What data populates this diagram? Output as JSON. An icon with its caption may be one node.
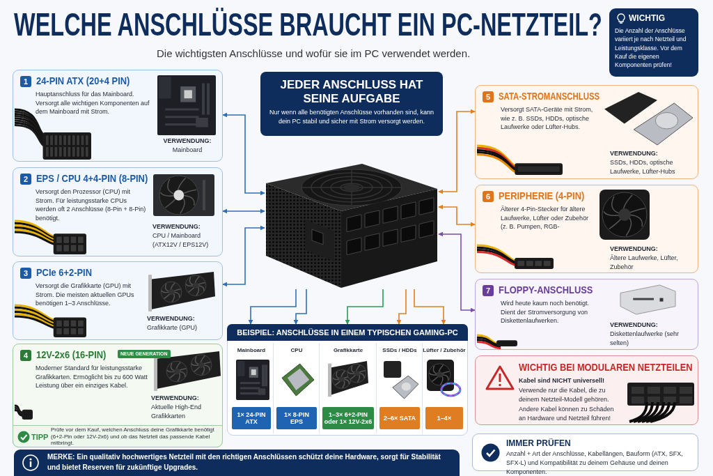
{
  "diagram": {
    "title": "WELCHE ANSCHLÜSSE BRAUCHT EIN PC-NETZTEIL?",
    "nodes": [
      {
        "text": [
          "1",
          "24-PIN ATX (20+4 PIN)",
          "Hauptanschluss für das Mainboard. Versorgt alle wichtigen Komponenten auf dem Mainboard mit Strom.",
          "VERWENDUNG:",
          "Mainboard"
        ]
      },
      {
        "text": [
          "2",
          "EPS / CPU 4+4-PIN (8-PIN)",
          "Versorgt den Prozessor (CPU) mit Strom. Für leistungsstarke CPUs werden oft 2 Anschlüsse (8-Pin + 8-Pin) benötigt.",
          "VERWENDUNG:",
          "CPU / Mainboard (ATX12V / EPS12V)"
        ]
      },
      {
        "text": [
          "3",
          "PCIe 6+2-PIN",
          "Versorgt die Grafikkarte (GPU) mit Strom. Die meisten aktuellen GPUs benötigen 1–3 Anschlüsse.",
          "VERWENDUNG:",
          "Grafikkarte (GPU)"
        ]
      },
      {
        "text": [
          "4",
          "12V-2x6 (16-PIN)",
          "NEUE GENERATION",
          "Moderner Standard für leistungsstarke Grafikkarten. Ermöglicht bis zu 600 Watt Leistung über ein einziges Kabel.",
          "VERWENDUNG:",
          "Aktuelle High-End Grafikkarten"
        ]
      },
      {
        "text": [
          "TIPP",
          "Prüfe vor dem Kauf, welchen Anschluss deine Grafikkarte benötigt (6+2-Pin oder 12V-2x6) und ob das Netzteil das passende Kabel mitbringt."
        ],
        "in": 3
      },
      {
        "text": [
          "JEDER ANSCHLUSS HAT SEINE AUFGABE",
          "Nur wenn alle benötigten Anschlüsse vorhanden sind, kann dein PC stabil und sicher mit Strom versorgt werden."
        ]
      },
      {
        "text": [],
        "shape": "picture"
      },
      {
        "text": [
          "WICHTIG",
          "Die Anzahl der Anschlüsse variiert je nach Netzteil und Leistungsklasse. Vor dem Kauf die eigenen Komponenten prüfen!"
        ]
      },
      {
        "text": [
          "5",
          "SATA-STROMANSCHLUSS",
          "Versorgt SATA-Geräte mit Strom, wie z. B. SSDs, HDDs, optische Laufwerke oder Lüfter-Hubs.",
          "VERWENDUNG:",
          "SSDs, HDDs, optische Laufwerke, Lüfter-Hubs"
        ]
      },
      {
        "text": [
          "6",
          "PERIPHERIE (4-PIN)",
          "Älterer 4-Pin-Stecker für ältere Laufwerke, Lüfter oder Zubehör (z. B. Pumpen, RGB-",
          "VERWENDUNG:",
          "Ältere Laufwerke, Lüfter, Zubehör"
        ]
      },
      {
        "text": [
          "7",
          "FLOPPY-ANSCHLUSS",
          "Wird heute kaum noch benötigt. Dient der Stromversorgung von Diskettenlaufwerken.",
          "VERWENDUNG:",
          "Diskettenlaufwerke (sehr selten)"
        ]
      },
      {
        "text": [
          "WICHTIG BEI MODULAREN NETZTEILEN",
          "Kabel sind NICHT universell!",
          "Verwende nur die Kabel, die zu deinem Netzteil-Modell gehören.",
          "Andere Kabel können zu Schäden an Hardware und Netzteil führen!"
        ]
      },
      {
        "text": [
          "BEISPIEL: ANSCHLÜSSE IN EINEM TYPISCHEN GAMING-PC"
        ]
      },
      {
        "text": [
          "Mainboard",
          "1× 24-PIN ATX"
        ],
        "in": 12
      },
      {
        "text": [
          "CPU",
          "1× 8-PIN EPS"
        ],
        "in": 12
      },
      {
        "text": [
          "Grafikkarte",
          "1–3× 6+2-PIN oder 1× 12V-2x6"
        ],
        "in": 12
      },
      {
        "text": [
          "SSDs / HDDs",
          "2–6× SATA"
        ],
        "in": 12
      },
      {
        "text": [
          "Lüfter / Zubehör",
          "1–4×"
        ],
        "in": 12
      },
      {
        "text": [
          "MERKE: Ein qualitativ hochwertiges Netzteil mit den richtigen Anschlüssen schützt deine Hardware, sorgt für Stabilität und bietet Reserven für zukünftige Upgrades."
        ]
      },
      {
        "text": [
          "IMMER PRÜFEN",
          "Anzahl + Art der Anschlüsse, Kabellängen, Bauform (ATX, SFX, SFX-L) und Kompatibilität zu deinem Gehäuse und deinen Komponenten."
        ]
      }
    ],
    "edges": [
      {
        "from": 6,
        "to": 0,
        "arrow": "both"
      },
      {
        "from": 6,
        "to": 1,
        "arrow": "both"
      },
      {
        "from": 6,
        "to": 2,
        "arrow": "both"
      },
      {
        "from": 6,
        "to": 8,
        "arrow": "both",
        "color": "#e2801f"
      },
      {
        "from": 6,
        "to": 9,
        "arrow": "both",
        "color": "#e2801f"
      },
      {
        "from": 6,
        "to": 10,
        "arrow": "both",
        "color": "#7b4fa6"
      },
      {
        "from": 6,
        "to": 12,
        "arrow": "to"
      },
      {
        "from": 6,
        "to": 12,
        "arrow": "to"
      },
      {
        "from": 6,
        "to": 12,
        "arrow": "to",
        "color": "#2e9a55"
      },
      {
        "from": 6,
        "to": 12,
        "arrow": "to",
        "color": "#e2801f"
      },
      {
        "from": 6,
        "to": 12,
        "arrow": "to",
        "color": "#e2801f"
      }
    ],
    "labels": [
      "Die wichtigsten Anschlüsse und wofür sie im PC verwendet werden."
    ]
  }
}
